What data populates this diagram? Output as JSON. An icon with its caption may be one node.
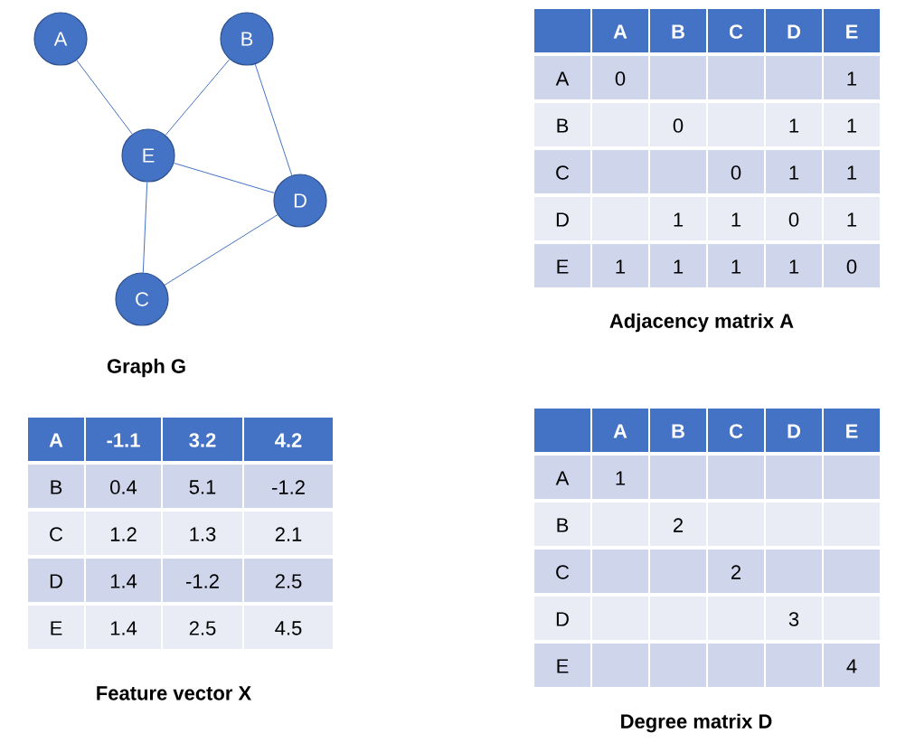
{
  "diagram": {
    "nodes": [
      {
        "text": [
          "A"
        ]
      },
      {
        "text": [
          "B"
        ]
      },
      {
        "text": [
          "E"
        ]
      },
      {
        "text": [
          "D"
        ]
      },
      {
        "text": [
          "C"
        ]
      }
    ],
    "edges": [
      {
        "from": 0,
        "to": 2,
        "arrow": "none"
      },
      {
        "from": 1,
        "to": 2,
        "arrow": "none"
      },
      {
        "from": 1,
        "to": 3,
        "arrow": "none"
      },
      {
        "from": 2,
        "to": 3,
        "arrow": "none"
      },
      {
        "from": 2,
        "to": 4,
        "arrow": "none"
      },
      {
        "from": 4,
        "to": 3,
        "arrow": "none"
      }
    ],
    "labels": [
      "A",
      "B",
      "C",
      "D",
      "E",
      "A",
      "0",
      "1",
      "B",
      "0",
      "1",
      "1",
      "C",
      "0",
      "1",
      "1",
      "D",
      "1",
      "1",
      "0",
      "1",
      "E",
      "1",
      "1",
      "1",
      "1",
      "0",
      "Adjacency matrix A",
      "Graph G",
      "A",
      "-1.1",
      "3.2",
      "4.2",
      "B",
      "0.4",
      "5.1",
      "-1.2",
      "C",
      "1.2",
      "1.3",
      "2.1",
      "D",
      "1.4",
      "-1.2",
      "2.5",
      "E",
      "1.4",
      "2.5",
      "4.5",
      "A",
      "B",
      "C",
      "D",
      "E",
      "A",
      "1",
      "B",
      "2",
      "C",
      "2",
      "D",
      "3",
      "E",
      "4",
      "Feature vector X",
      "Degree matrix D"
    ]
  }
}
